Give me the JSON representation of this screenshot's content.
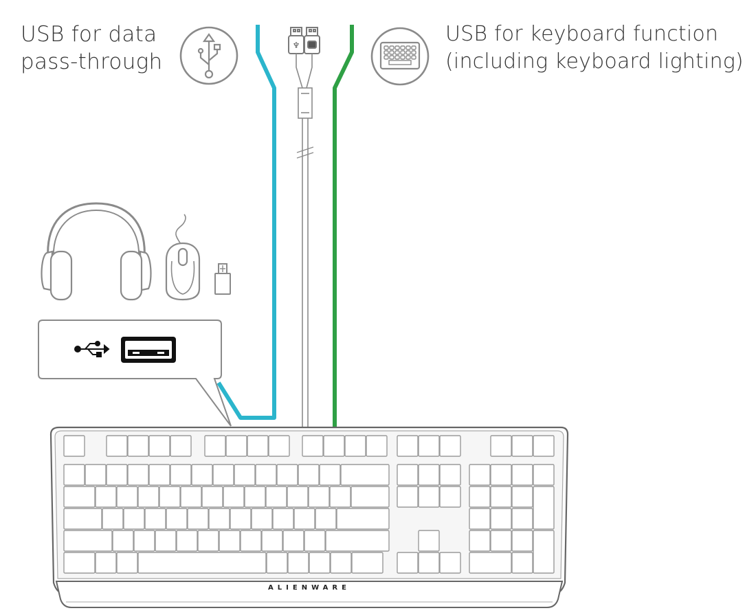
{
  "labels": {
    "data_passthrough": {
      "line1": "USB for data",
      "line2": "pass-through"
    },
    "keyboard_function": {
      "line1": "USB for keyboard function",
      "line2": "(including keyboard lighting)"
    }
  },
  "keyboard": {
    "brand": "ALIENWARE"
  },
  "colors": {
    "passthrough_cable": "#2bb5cc",
    "keyboard_cable": "#2fa045",
    "line_art": "#888888",
    "key_outline": "#9a9a9a",
    "text": "#333333"
  },
  "icons": {
    "usb_data": "usb-trident-icon",
    "keyboard": "keyboard-icon",
    "port_symbol": "usb-symbol-icon",
    "port": "usb-port-icon",
    "devices": [
      "headphones-icon",
      "mouse-icon",
      "usb-flash-drive-icon"
    ]
  }
}
